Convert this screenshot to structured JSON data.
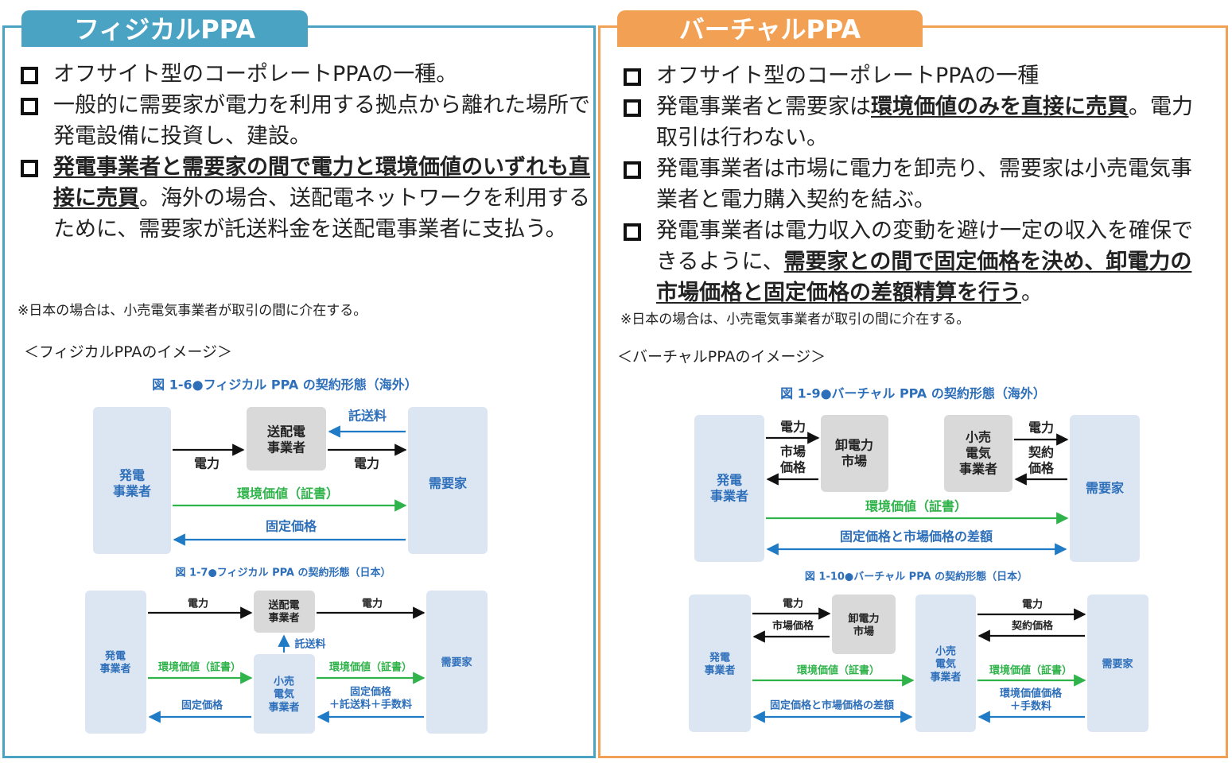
{
  "left": {
    "tab": "フィジカルPPA",
    "bullets": [
      {
        "parts": [
          {
            "t": "オフサイト型のコーポレートPPAの一種。",
            "em": false
          }
        ]
      },
      {
        "parts": [
          {
            "t": "一般的に需要家が電力を利用する拠点から離れた場所で発電設備に投資し、建設。",
            "em": false
          }
        ]
      },
      {
        "parts": [
          {
            "t": "発電事業者と需要家の間で電力と環境価値のいずれも直接に売買",
            "em": true
          },
          {
            "t": "。海外の場合、送配電ネットワークを利用するために、需要家が託送料金を送配電事業者に支払う。",
            "em": false
          }
        ]
      }
    ],
    "note": "※日本の場合は、小売電気事業者が取引の間に介在する。",
    "image_label": "＜フィジカルPPAのイメージ＞",
    "fig1": {
      "title": "図 1-6●フィジカル PPA の契約形態（海外）",
      "generator": "発電\n事業者",
      "grid": "送配電\n事業者",
      "consumer": "需要家",
      "power1": "電力",
      "power2": "電力",
      "wheeling": "託送料",
      "env": "環境価値（証書）",
      "fixed": "固定価格"
    },
    "fig2": {
      "title": "図 1-7●フィジカル PPA の契約形態（日本）",
      "generator": "発電\n事業者",
      "grid": "送配電\n事業者",
      "retail": "小売\n電気\n事業者",
      "consumer": "需要家",
      "power1": "電力",
      "power2": "電力",
      "wheeling": "託送料",
      "env1": "環境価値（証書）",
      "env2": "環境価値（証書）",
      "fixed1": "固定価格",
      "fixed2": "固定価格\n＋託送料＋手数料"
    }
  },
  "right": {
    "tab": "バーチャルPPA",
    "bullets": [
      {
        "parts": [
          {
            "t": "オフサイト型のコーポレートPPAの一種",
            "em": false
          }
        ]
      },
      {
        "parts": [
          {
            "t": "発電事業者と需要家は",
            "em": false
          },
          {
            "t": "環境価値のみを直接に売買",
            "em": true
          },
          {
            "t": "。電力取引は行わない。",
            "em": false
          }
        ]
      },
      {
        "parts": [
          {
            "t": "発電事業者は市場に電力を卸売り、需要家は小売電気事業者と電力購入契約を結ぶ。",
            "em": false
          }
        ]
      },
      {
        "parts": [
          {
            "t": "発電事業者は電力収入の変動を避け一定の収入を確保できるように、",
            "em": false
          },
          {
            "t": "需要家との間で固定価格を決め、卸電力の市場価格と固定価格の差額精算を行う",
            "em": true
          },
          {
            "t": "。",
            "em": false
          }
        ]
      }
    ],
    "note": "※日本の場合は、小売電気事業者が取引の間に介在する。",
    "image_label": "＜バーチャルPPAのイメージ＞",
    "fig1": {
      "title": "図 1-9●バーチャル PPA の契約形態（海外）",
      "generator": "発電\n事業者",
      "market": "卸電力\n市場",
      "retail": "小売\n電気\n事業者",
      "consumer": "需要家",
      "power1": "電力",
      "market_price": "市場\n価格",
      "power2": "電力",
      "contract_price": "契約\n価格",
      "env": "環境価値（証書）",
      "diff": "固定価格と市場価格の差額"
    },
    "fig2": {
      "title": "図 1-10●バーチャル PPA の契約形態（日本）",
      "generator": "発電\n事業者",
      "market": "卸電力\n市場",
      "retail": "小売\n電気\n事業者",
      "consumer": "需要家",
      "power1": "電力",
      "market_price": "市場価格",
      "power2": "電力",
      "contract_price": "契約価格",
      "env1": "環境価値（証書）",
      "env2": "環境価値（証書）",
      "diff": "固定価格と市場価格の差額",
      "env_price": "環境価値価格\n＋手数料"
    }
  },
  "colors": {
    "left_accent": "#4aa3c3",
    "right_accent": "#f2a053",
    "diagram_blue_text": "#2e6fba",
    "green_arrow": "#2fb34a",
    "blue_arrow": "#1f7bc6",
    "box_light_blue": "#dce6f3",
    "box_gray": "#d9d9d9"
  }
}
